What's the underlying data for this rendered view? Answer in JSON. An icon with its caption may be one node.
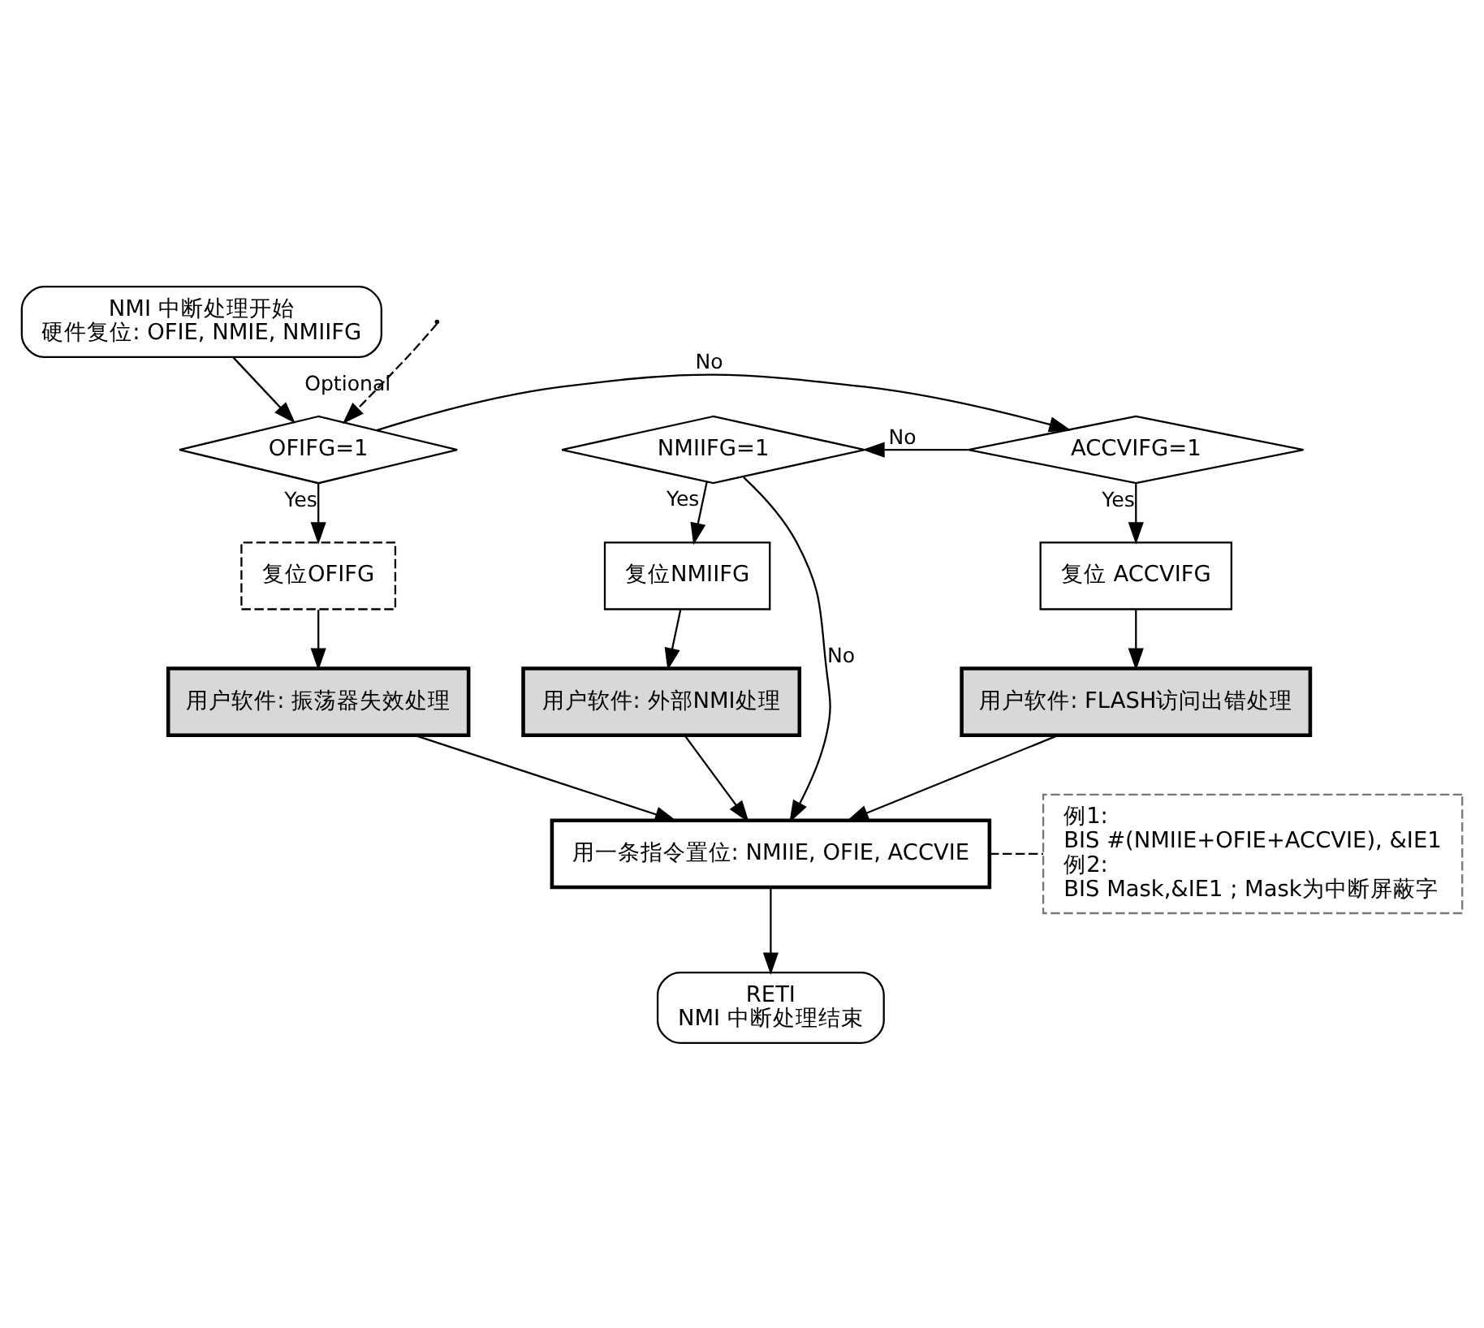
{
  "diagram": {
    "nodes": [
      {
        "text": [
          "NMI 中断处理开始",
          "硬件复位: OFIE, NMIE, NMIIFG"
        ]
      },
      {
        "text": [
          "OFIFG=1"
        ]
      },
      {
        "text": [
          "ACCVIFG=1"
        ]
      },
      {
        "text": [
          "NMIIFG=1"
        ]
      },
      {
        "text": [
          "复位OFIFG"
        ]
      },
      {
        "text": [
          "复位 ACCVIFG"
        ]
      },
      {
        "text": [
          "复位NMIIFG"
        ]
      },
      {
        "text": [
          "用户软件: 振荡器失效处理"
        ]
      },
      {
        "text": [
          "用户软件: FLASH访问出错处理"
        ]
      },
      {
        "text": [
          "用户软件: 外部NMI处理"
        ]
      },
      {
        "text": [
          "用一条指令置位: NMIIE, OFIE, ACCVIE"
        ]
      },
      {
        "text": [
          "RETI",
          "NMI 中断处理结束"
        ]
      },
      {
        "text": [
          "例1:",
          "BIS #(NMIIE+OFIE+ACCVIE), &IE1",
          "例2:",
          "BIS Mask,&IE1 ; Mask为中断屏蔽字"
        ]
      }
    ],
    "edges": [
      {
        "from": 0,
        "to": 1,
        "arrow": "to"
      },
      {
        "from": 1,
        "to": 2,
        "arrow": "to",
        "label": "No"
      },
      {
        "from": 2,
        "to": 3,
        "arrow": "to",
        "label": "No"
      },
      {
        "from": 1,
        "to": 4,
        "arrow": "to",
        "label": "Yes"
      },
      {
        "from": 2,
        "to": 5,
        "arrow": "to",
        "label": "Yes"
      },
      {
        "from": 3,
        "to": 6,
        "arrow": "to",
        "label": "Yes"
      },
      {
        "from": 4,
        "to": 7,
        "arrow": "to"
      },
      {
        "from": 5,
        "to": 8,
        "arrow": "to"
      },
      {
        "from": 6,
        "to": 9,
        "arrow": "to"
      },
      {
        "from": 7,
        "to": 10,
        "arrow": "to"
      },
      {
        "from": 8,
        "to": 10,
        "arrow": "to"
      },
      {
        "from": 9,
        "to": 10,
        "arrow": "to"
      },
      {
        "from": 3,
        "to": 10,
        "arrow": "to",
        "label": "No"
      },
      {
        "from": null,
        "to": 1,
        "arrow": "to",
        "label": "Optional",
        "style": "dashed"
      },
      {
        "from": 10,
        "to": 11,
        "arrow": "to"
      },
      {
        "from": 10,
        "to": 12,
        "arrow": "none",
        "style": "dashed"
      }
    ]
  }
}
